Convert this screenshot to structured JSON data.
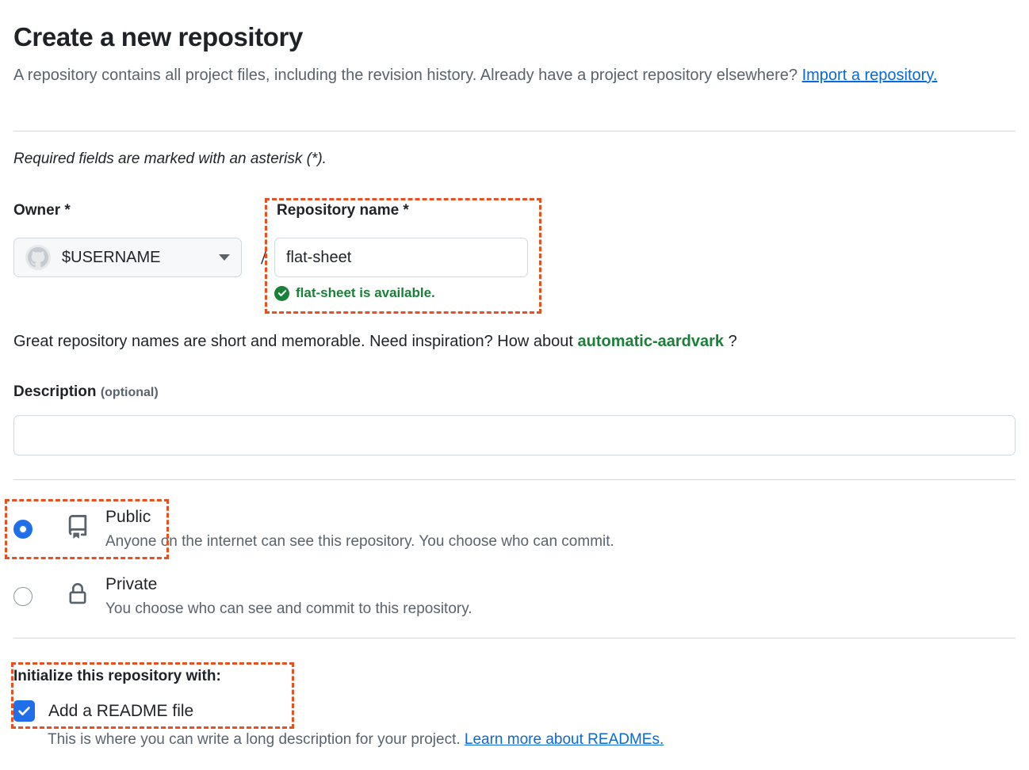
{
  "header": {
    "title": "Create a new repository",
    "description_part1": "A repository contains all project files, including the revision history. Already have a project repository elsewhere? ",
    "import_link": "Import a repository.",
    "required_note": "Required fields are marked with an asterisk (*)."
  },
  "owner": {
    "label": "Owner *",
    "value": "$USERNAME",
    "avatar_icon": "github-octocat-avatar-icon",
    "caret_icon": "chevron-down-icon"
  },
  "separator": "/",
  "repo_name": {
    "label": "Repository name *",
    "value": "flat-sheet",
    "placeholder": "",
    "availability_icon": "check-circle-icon",
    "availability_text": "flat-sheet is available."
  },
  "suggestion": {
    "prefix": "Great repository names are short and memorable. Need inspiration? How about ",
    "name": "automatic-aardvark",
    "suffix": " ?"
  },
  "description": {
    "label": "Description",
    "optional": "(optional)",
    "value": "",
    "placeholder": ""
  },
  "visibility": {
    "options": [
      {
        "id": "public",
        "title": "Public",
        "desc": "Anyone on the internet can see this repository. You choose who can commit.",
        "icon": "repo-book-icon",
        "selected": true
      },
      {
        "id": "private",
        "title": "Private",
        "desc": "You choose who can see and commit to this repository.",
        "icon": "lock-icon",
        "selected": false
      }
    ]
  },
  "initialize": {
    "heading": "Initialize this repository with:",
    "readme_label": "Add a README file",
    "readme_checked": true,
    "readme_help_text": "This is where you can write a long description for your project. ",
    "readme_link": "Learn more about READMEs."
  },
  "colors": {
    "accent_blue": "#0969da",
    "radio_blue": "#1f6feb",
    "success_green": "#1a7f37",
    "annotation_orange": "#e8501f",
    "border_gray": "#d1d9e0",
    "muted_text": "#59636e",
    "text": "#1f2328"
  }
}
